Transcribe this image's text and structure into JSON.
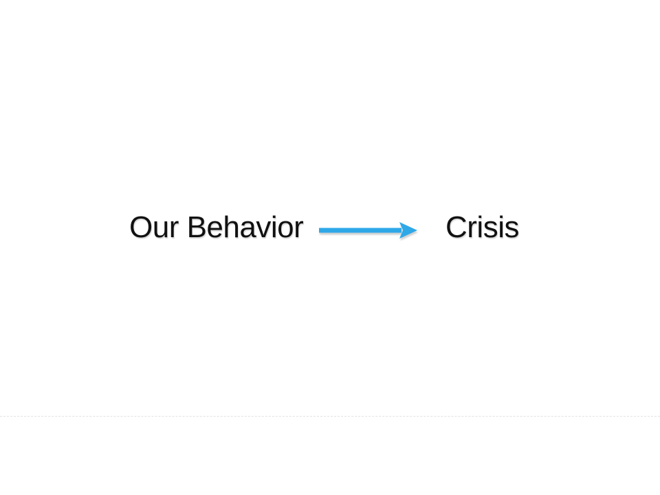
{
  "slide": {
    "background_color": "#ffffff",
    "text_color": "#111111",
    "left_label": "Our Behavior",
    "right_label": "Crisis",
    "arrow": {
      "name": "right-arrow",
      "direction": "right",
      "color": "#2FA8E8"
    },
    "divider_color": "#d9d9d9"
  }
}
